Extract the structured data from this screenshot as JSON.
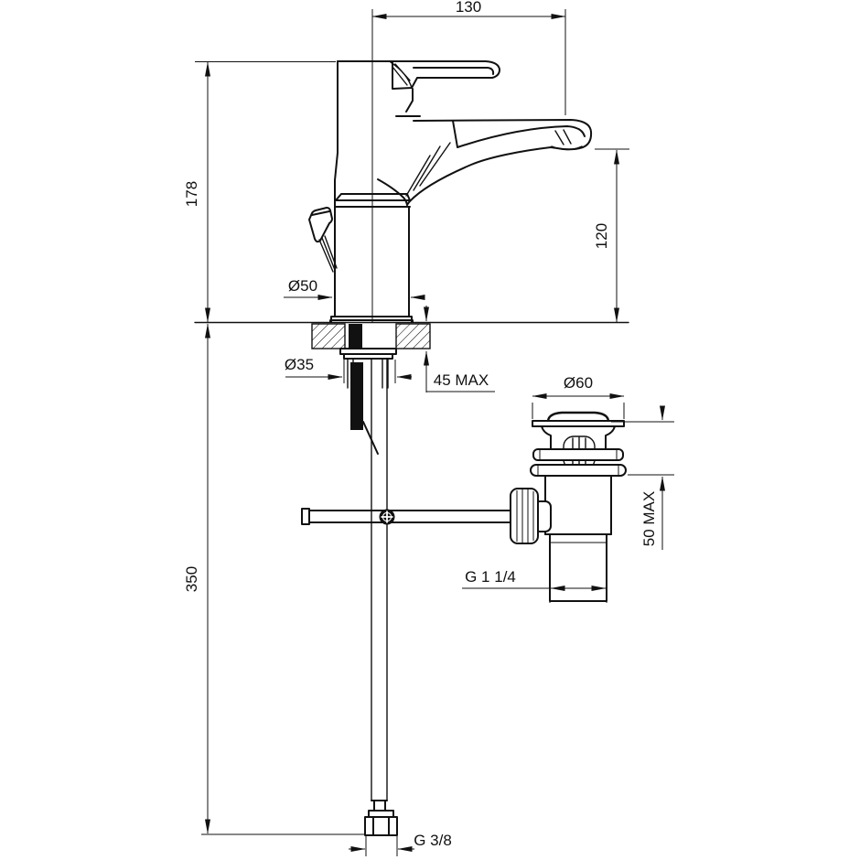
{
  "colors": {
    "line": "#111111",
    "background": "#ffffff",
    "rod_fill": "#111111"
  },
  "labels": {
    "spout_reach": "130",
    "overall_height": "178",
    "spout_height": "120",
    "body_diameter": "Ø50",
    "shank_diameter": "Ø35",
    "deck_thickness_max": "45 MAX",
    "waste_cap_diameter": "Ø60",
    "basin_thickness_max": "50 MAX",
    "waste_thread": "G 1 1/4",
    "supply_length": "350",
    "supply_thread": "G 3/8"
  }
}
